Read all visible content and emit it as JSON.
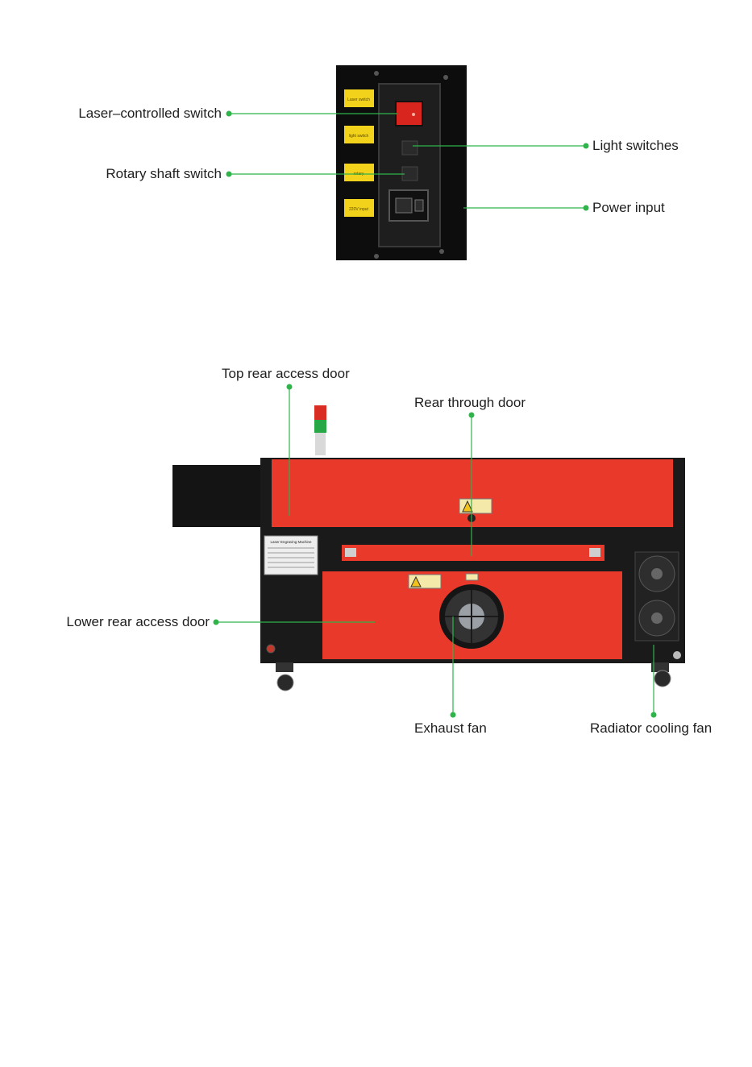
{
  "panel": {
    "labels": {
      "laser_switch": "Laser–controlled switch",
      "rotary_switch": "Rotary shaft switch",
      "light_switches": "Light switches",
      "power_input": "Power input"
    },
    "plates": {
      "laser": "Laser switch",
      "light": "light switch",
      "rotary": "rotary",
      "power": "220V input"
    }
  },
  "machine": {
    "labels": {
      "top_rear_door": "Top rear access door",
      "rear_through_door": "Rear through door",
      "lower_rear_door": "Lower rear access door",
      "exhaust_fan": "Exhaust fan",
      "radiator_fan": "Radiator cooling fan"
    },
    "nameplate_title": "Laser Engraving Machine"
  },
  "colors": {
    "callout_green": "#2fb34a",
    "machine_red": "#e8392b",
    "machine_black": "#1a1a1a"
  }
}
